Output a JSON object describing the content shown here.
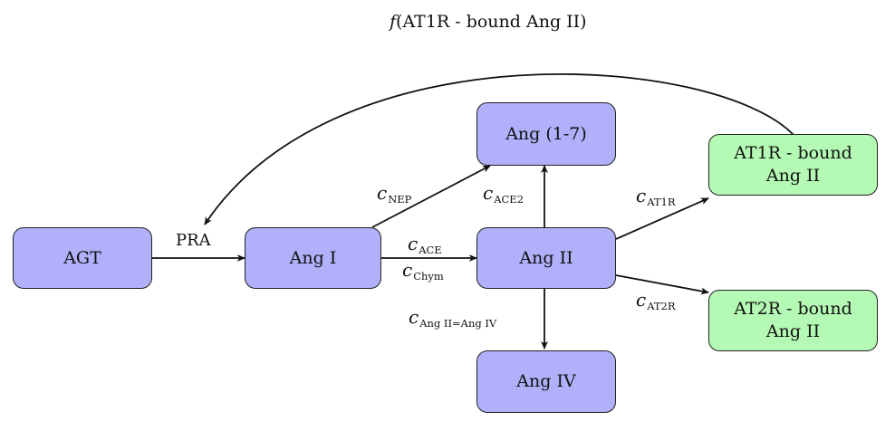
{
  "nodes": {
    "agt": "AGT",
    "ang1": "Ang I",
    "ang2": "Ang II",
    "ang17": "Ang (1-7)",
    "ang4": "Ang IV",
    "at1r": [
      "AT1R - bound",
      "Ang II"
    ],
    "at2r": [
      "AT2R - bound",
      "Ang II"
    ]
  },
  "edges": {
    "pra": "PRA",
    "c_symbol": "c",
    "nep": "NEP",
    "ace": "ACE",
    "chym": "Chym",
    "ace2": "ACE2",
    "at1r": "AT1R",
    "at2r": "AT2R",
    "ang2_ang4": "Ang II=Ang IV",
    "feedback_f": "f",
    "feedback_arg": "(AT1R - bound Ang II)"
  },
  "colors": {
    "blue_node": "#b0b0fb",
    "green_node": "#b4fab4",
    "stroke": "#222222"
  }
}
